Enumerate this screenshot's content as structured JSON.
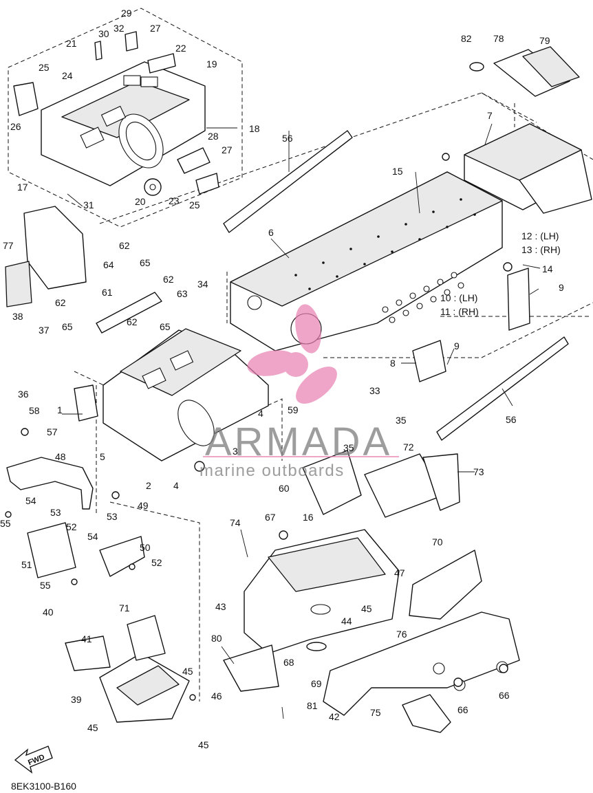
{
  "diagram": {
    "code": "8EK3100-B160",
    "fwd_label": "FWD",
    "watermark": {
      "brand": "ARMADA",
      "tagline": "marine outboards",
      "logo_color": "#e87fb0"
    },
    "callouts": {
      "c1": "1",
      "c2": "2",
      "c3": "3",
      "c4a": "4",
      "c4b": "4",
      "c5": "5",
      "c6": "6",
      "c7": "7",
      "c8": "8",
      "c9a": "9",
      "c9b": "9",
      "c10": "10 : (LH)",
      "c11": "11 : (RH)",
      "c12": "12 : (LH)",
      "c13": "13 : (RH)",
      "c14": "14",
      "c15": "15",
      "c16": "16",
      "c17": "17",
      "c18": "18",
      "c19": "19",
      "c20": "20",
      "c21": "21",
      "c22": "22",
      "c23": "23",
      "c24": "24",
      "c25a": "25",
      "c25b": "25",
      "c26": "26",
      "c27a": "27",
      "c27b": "27",
      "c28": "28",
      "c29": "29",
      "c30": "30",
      "c31": "31",
      "c32": "32",
      "c33": "33",
      "c34": "34",
      "c35a": "35",
      "c35b": "35",
      "c36": "36",
      "c37": "37",
      "c38": "38",
      "c39": "39",
      "c40": "40",
      "c41": "41",
      "c42": "42",
      "c43": "43",
      "c44": "44",
      "c45a": "45",
      "c45b": "45",
      "c45c": "45",
      "c45d": "45",
      "c46": "46",
      "c47": "47",
      "c48": "48",
      "c49": "49",
      "c50": "50",
      "c51": "51",
      "c52a": "52",
      "c52b": "52",
      "c53a": "53",
      "c53b": "53",
      "c54a": "54",
      "c54b": "54",
      "c55a": "55",
      "c55b": "55",
      "c56a": "56",
      "c56b": "56",
      "c57": "57",
      "c58": "58",
      "c59": "59",
      "c60": "60",
      "c61": "61",
      "c62a": "62",
      "c62b": "62",
      "c62c": "62",
      "c62d": "62",
      "c63": "63",
      "c64": "64",
      "c65a": "65",
      "c65b": "65",
      "c65c": "65",
      "c66a": "66",
      "c66b": "66",
      "c67": "67",
      "c68": "68",
      "c69": "69",
      "c70": "70",
      "c71": "71",
      "c72": "72",
      "c73": "73",
      "c74": "74",
      "c75": "75",
      "c76": "76",
      "c77": "77",
      "c78": "78",
      "c79": "79",
      "c80": "80",
      "c81": "81",
      "c82": "82"
    }
  }
}
